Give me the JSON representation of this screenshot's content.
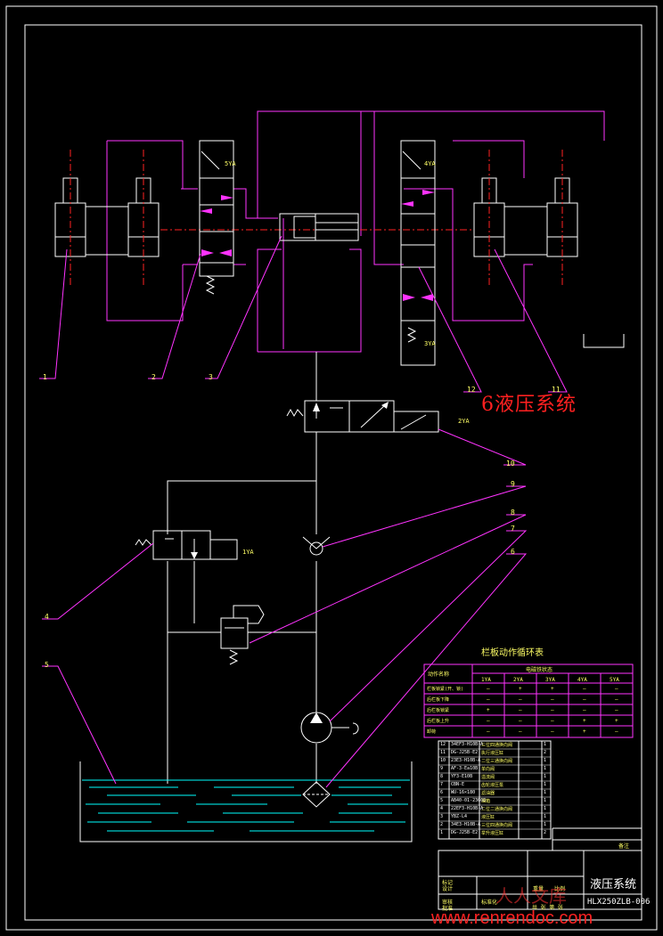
{
  "title_overlay": "6液压系统",
  "part_labels": [
    "1",
    "2",
    "3",
    "4",
    "5",
    "6",
    "7",
    "8",
    "9",
    "10",
    "11",
    "12"
  ],
  "solenoids": {
    "s1": "1YA",
    "s2": "2YA",
    "s3": "3YA",
    "s4": "4YA",
    "s5": "5YA"
  },
  "cycle_table": {
    "title": "栏板动作循环表",
    "header_action": "动作名称",
    "header_group": "电磁铁状态",
    "columns": [
      "1YA",
      "2YA",
      "3YA",
      "4YA",
      "5YA"
    ],
    "rows": [
      {
        "name": "栏板锁紧(开、锁)",
        "vals": [
          "—",
          "+",
          "+",
          "—",
          "—"
        ]
      },
      {
        "name": "后栏板下降",
        "vals": [
          "—",
          "—",
          "—",
          "—",
          "—"
        ]
      },
      {
        "name": "后栏板锁紧",
        "vals": [
          "+",
          "—",
          "—",
          "—",
          "—"
        ]
      },
      {
        "name": "后栏板上升",
        "vals": [
          "—",
          "—",
          "—",
          "+",
          "+"
        ]
      },
      {
        "name": "卸荷",
        "vals": [
          "—",
          "—",
          "—",
          "+",
          "—"
        ]
      }
    ]
  },
  "bom": [
    {
      "no": "12",
      "code": "34EF3-H10B-A",
      "name": "三位四通换向阀",
      "qty": "1"
    },
    {
      "no": "11",
      "code": "DG-J25B-E2",
      "name": "执行液压缸",
      "qty": "2"
    },
    {
      "no": "10",
      "code": "23E3-H10B-A",
      "name": "二位三通换向阀",
      "qty": "1"
    },
    {
      "no": "9",
      "code": "AF-3-Ea10B",
      "name": "单向阀",
      "qty": "1"
    },
    {
      "no": "8",
      "code": "YF3-E10B",
      "name": "溢流阀",
      "qty": "1"
    },
    {
      "no": "7",
      "code": "CBN-E",
      "name": "齿轮液压泵",
      "qty": "1"
    },
    {
      "no": "6",
      "code": "WU-16×180",
      "name": "滤油器",
      "qty": "1"
    },
    {
      "no": "5",
      "code": "AB40-01-2360B",
      "name": "油箱",
      "qty": "1"
    },
    {
      "no": "4",
      "code": "22EF3-H10B-A",
      "name": "二位二通换向阀",
      "qty": "1"
    },
    {
      "no": "3",
      "code": "YBZ-L4",
      "name": "液压缸",
      "qty": "1"
    },
    {
      "no": "2",
      "code": "34E3-H10B-A",
      "name": "三位四通换向阀",
      "qty": "1"
    },
    {
      "no": "1",
      "code": "DG-J25B-E2",
      "name": "举升液压缸",
      "qty": "2"
    }
  ],
  "title_block": {
    "drawing_title": "液压系统",
    "drawing_code": "HLX250ZLB-006",
    "remark": "备注",
    "row1_a": "设计",
    "row1_b": "标准化",
    "row2_a": "审核",
    "row2_b": "批准",
    "sheet": "共 张  第 张",
    "scale": "比例",
    "weight": "重量",
    "mark": "标记"
  },
  "watermark": {
    "url": "www.renrendoc.com",
    "overlay": "人人文库"
  }
}
